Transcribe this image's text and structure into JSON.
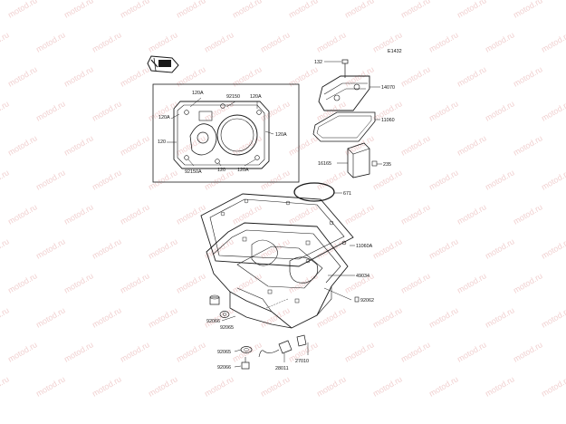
{
  "diagram_code": "E1432",
  "watermark_text": "motod.ru",
  "brand_icon": "front-arrow-icon",
  "colors": {
    "line": "#1a1a1a",
    "watermark": "#e3a2a2",
    "background": "#ffffff"
  },
  "inset_labels": {
    "l120a_top_left": "120A",
    "l92150": "92150",
    "l120a_top_right": "120A",
    "l120a_left": "120A",
    "l120a_right": "120A",
    "l120_left": "120",
    "l92150a": "92150A",
    "l120_bottom": "120",
    "l120a_bottom_right": "120A"
  },
  "part_labels": {
    "p132": "132",
    "p14070": "14070",
    "p11060": "11060",
    "p16165": "16165",
    "p235": "235",
    "p671": "671",
    "p11060a": "11060A",
    "p49034": "49034",
    "p92062": "92062",
    "p92066_top": "92066",
    "p92065_top": "92065",
    "p92065_bottom": "92065",
    "p92066_bottom": "92066",
    "p27010": "27010",
    "p28011": "28011"
  }
}
